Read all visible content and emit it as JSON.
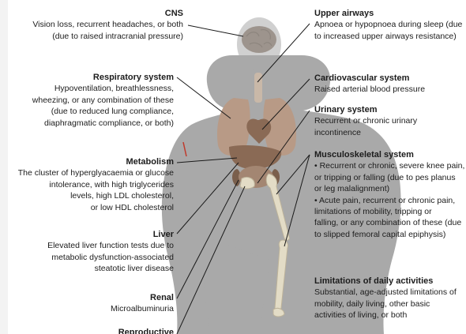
{
  "left_labels": [
    {
      "key": "cns",
      "heading": "CNS",
      "text": "Vision loss, recurrent headaches, or both\n(due to raised intracranial pressure)"
    },
    {
      "key": "respiratory",
      "heading": "Respiratory system",
      "text": "Hypoventilation, breathlessness,\nwheezing, or any combination of these\n(due to reduced lung compliance,\ndiaphragmatic compliance, or both)"
    },
    {
      "key": "metabolism",
      "heading": "Metabolism",
      "text": "The cluster of hyperglyacaemia or glucose\nintolerance, with high triglycerides\nlevels, high LDL cholesterol,\nor low HDL cholesterol"
    },
    {
      "key": "liver",
      "heading": "Liver",
      "text": "Elevated liver function tests due to\nmetabolic dysfunction-associated\nsteatotic liver disease"
    },
    {
      "key": "renal",
      "heading": "Renal",
      "text": "Microalbuminuria"
    },
    {
      "key": "reproductive",
      "heading": "Reproductive",
      "text": ""
    }
  ],
  "right_labels": [
    {
      "key": "upper_airways",
      "heading": "Upper airways",
      "text": "Apnoea or hypopnoea during sleep (due\nto increased upper airways resistance)"
    },
    {
      "key": "cardiovascular",
      "heading": "Cardiovascular system",
      "text": "Raised arterial blood pressure"
    },
    {
      "key": "urinary",
      "heading": "Urinary system",
      "text": "Recurrent or chronic urinary\nincontinence"
    },
    {
      "key": "musculoskeletal",
      "heading": "Musculoskeletal system",
      "text": "• Recurrent or chronic, severe knee pain,\nor tripping or falling (due to pes planus\nor leg malalignment)\n• Acute pain, recurrent or chronic pain,\nlimitations of mobility, tripping or\nfalling, or any combination of these (due\nto slipped femoral capital epiphysis)"
    },
    {
      "key": "daily",
      "heading": "Limitations of daily activities",
      "text": "Substantial, age-adjusted limitations of\nmobility, daily living, other basic\nactivities of living, or both"
    }
  ],
  "colors": {
    "body_silhouette": "#a9a9a9",
    "organ": "#b89a86",
    "organ_dark": "#8a6a55",
    "bone": "#e3dcc6",
    "leader": "#1a1a1a"
  }
}
